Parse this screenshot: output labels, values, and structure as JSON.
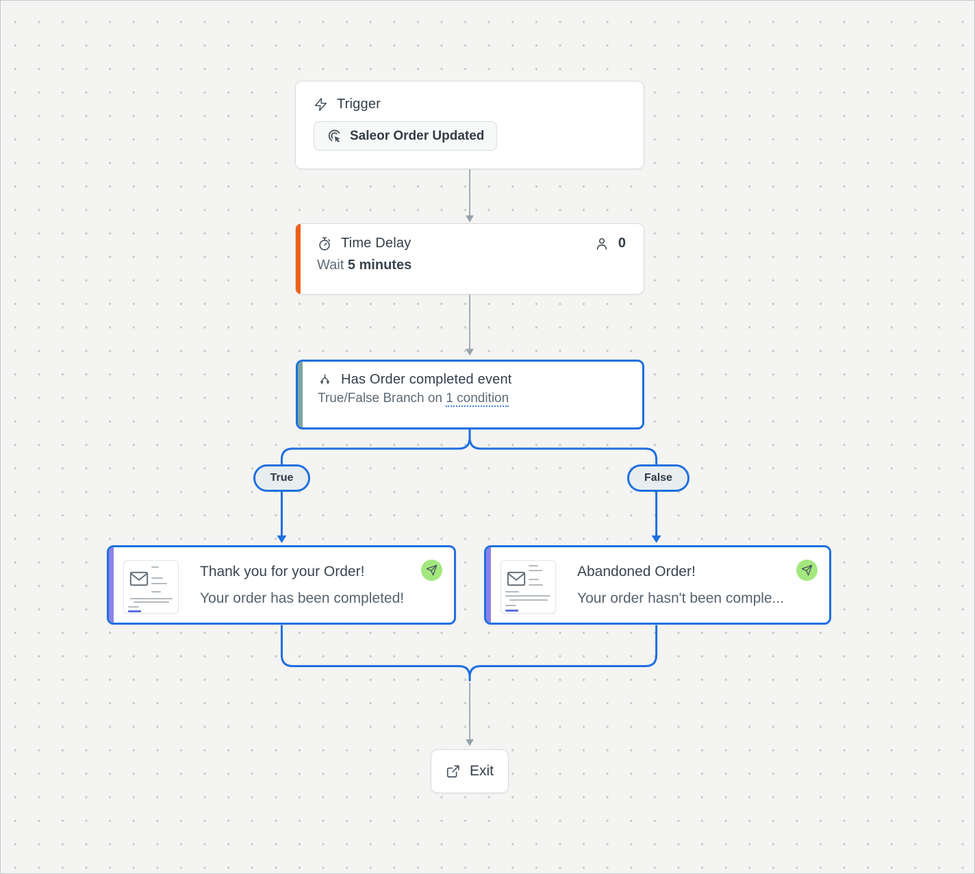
{
  "colors": {
    "canvas_bg": "#f4f4f3",
    "dot_grid": "#c7c9ca",
    "selection_blue": "#1e6fe0",
    "accent_orange": "#ee6119",
    "accent_teal": "#7aa5a0",
    "accent_purple": "#8b81e8",
    "badge_green": "#a3e87e",
    "title_text": "#333e48",
    "subtitle_text": "#5d6b76",
    "connector_gray": "#97a3ab"
  },
  "trigger": {
    "title": "Trigger",
    "icon": "lightning-bolt-icon",
    "button_label": "Saleor Order Updated",
    "button_icon": "click-target-icon"
  },
  "time_delay": {
    "title": "Time Delay",
    "icon": "stopwatch-icon",
    "enrolled_icon": "person-icon",
    "enrolled_count": "0",
    "wait_prefix": "Wait ",
    "wait_value": "5 minutes"
  },
  "condition": {
    "title": "Has Order completed event",
    "icon": "branch-split-icon",
    "subtitle_prefix": "True/False Branch on ",
    "condition_link": "1 condition"
  },
  "branches": {
    "true_label": "True",
    "false_label": "False"
  },
  "email_true": {
    "title": "Thank you for your Order!",
    "subtitle": "Your order has been completed!",
    "status_icon": "send-paper-plane-icon",
    "thumbnail": "email-preview-thumbnail"
  },
  "email_false": {
    "title": "Abandoned Order!",
    "subtitle": "Your order hasn't been comple...",
    "status_icon": "send-paper-plane-icon",
    "thumbnail": "email-preview-thumbnail"
  },
  "exit": {
    "label": "Exit",
    "icon": "external-link-icon"
  }
}
